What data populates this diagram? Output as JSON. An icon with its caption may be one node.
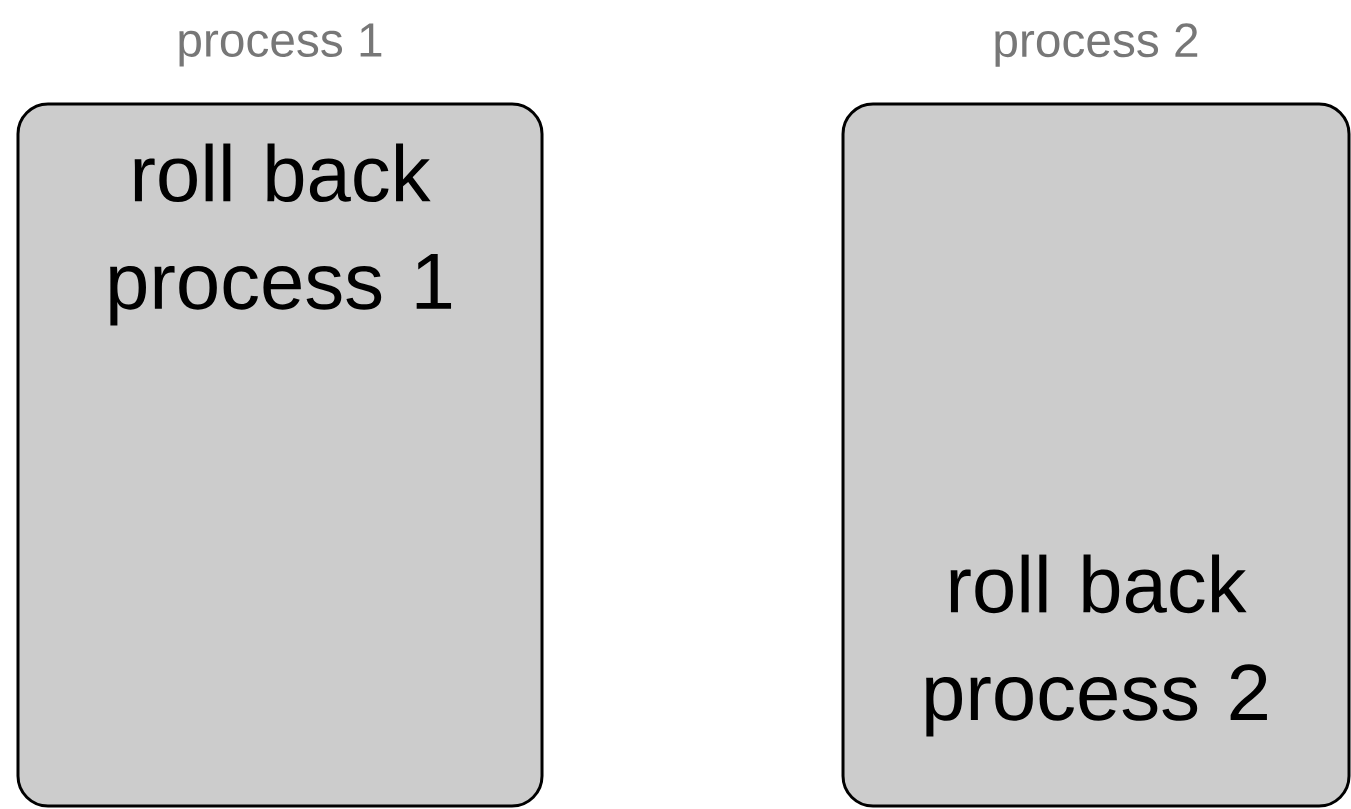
{
  "diagram": {
    "nodes": [
      {
        "text": [
          "process 1",
          "roll back process 1"
        ]
      },
      {
        "text": [
          "process 2",
          "roll back process 2"
        ]
      }
    ]
  }
}
